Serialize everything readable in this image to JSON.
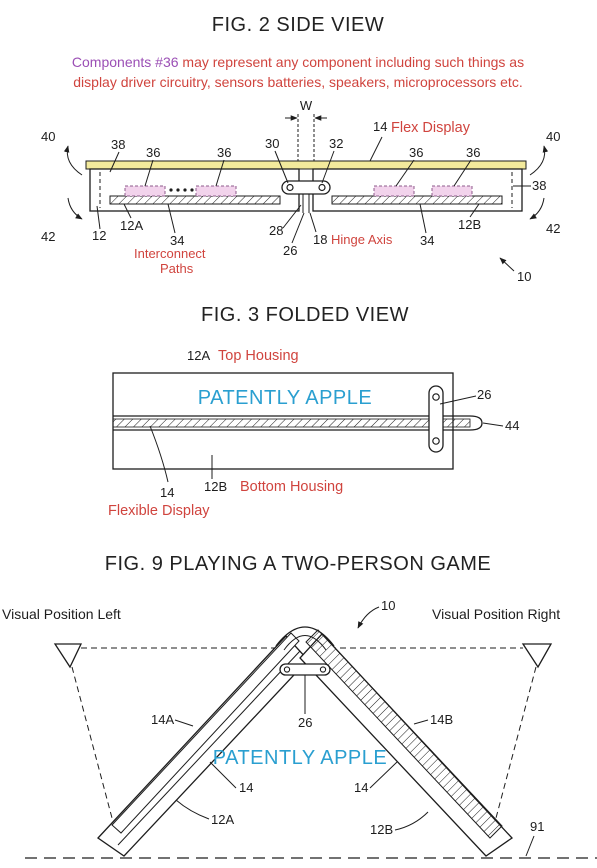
{
  "fig2": {
    "title": "FIG. 2 SIDE VIEW",
    "note_lead": "Components #36",
    "note_rest_1": " may represent any component including such things as",
    "note_line_2": "display driver circuitry, sensors batteries, speakers, microprocessors etc.",
    "label_w": "W",
    "label_14": "14",
    "label_flex_display": "Flex Display",
    "label_40_left": "40",
    "label_40_right": "40",
    "label_38_left": "38",
    "label_38_right": "38",
    "label_36_a": "36",
    "label_36_b": "36",
    "label_36_c": "36",
    "label_36_d": "36",
    "label_30": "30",
    "label_32": "32",
    "label_42_left": "42",
    "label_42_right": "42",
    "label_12": "12",
    "label_12a": "12A",
    "label_12b": "12B",
    "label_34_left": "34",
    "label_34_right": "34",
    "label_28": "28",
    "label_26": "26",
    "label_18": "18",
    "label_hinge_axis": "Hinge Axis",
    "label_interconnect": "Interconnect",
    "label_paths": "Paths",
    "label_10": "10",
    "colors": {
      "display": "#f3ea9c",
      "component": "#f2d3ec",
      "text_red": "#d0443e",
      "text_purple": "#9b4fb5"
    }
  },
  "fig3": {
    "title": "FIG. 3 FOLDED VIEW",
    "label_12a": "12A",
    "label_top_housing": "Top Housing",
    "brand": "PATENTLY APPLE",
    "label_26": "26",
    "label_44": "44",
    "label_14": "14",
    "label_12b": "12B",
    "label_bottom_housing": "Bottom Housing",
    "label_flexible_display": "Flexible Display"
  },
  "fig9": {
    "title": "FIG. 9 PLAYING A TWO-PERSON GAME",
    "visual_left": "Visual Position Left",
    "visual_right": "Visual Position Right",
    "label_10": "10",
    "label_14a": "14A",
    "label_14b": "14B",
    "label_26": "26",
    "brand": "PATENTLY APPLE",
    "label_14_left": "14",
    "label_14_right": "14",
    "label_12a": "12A",
    "label_12b": "12B",
    "label_91": "91",
    "colors": {
      "brand": "#2a9fd0"
    }
  }
}
